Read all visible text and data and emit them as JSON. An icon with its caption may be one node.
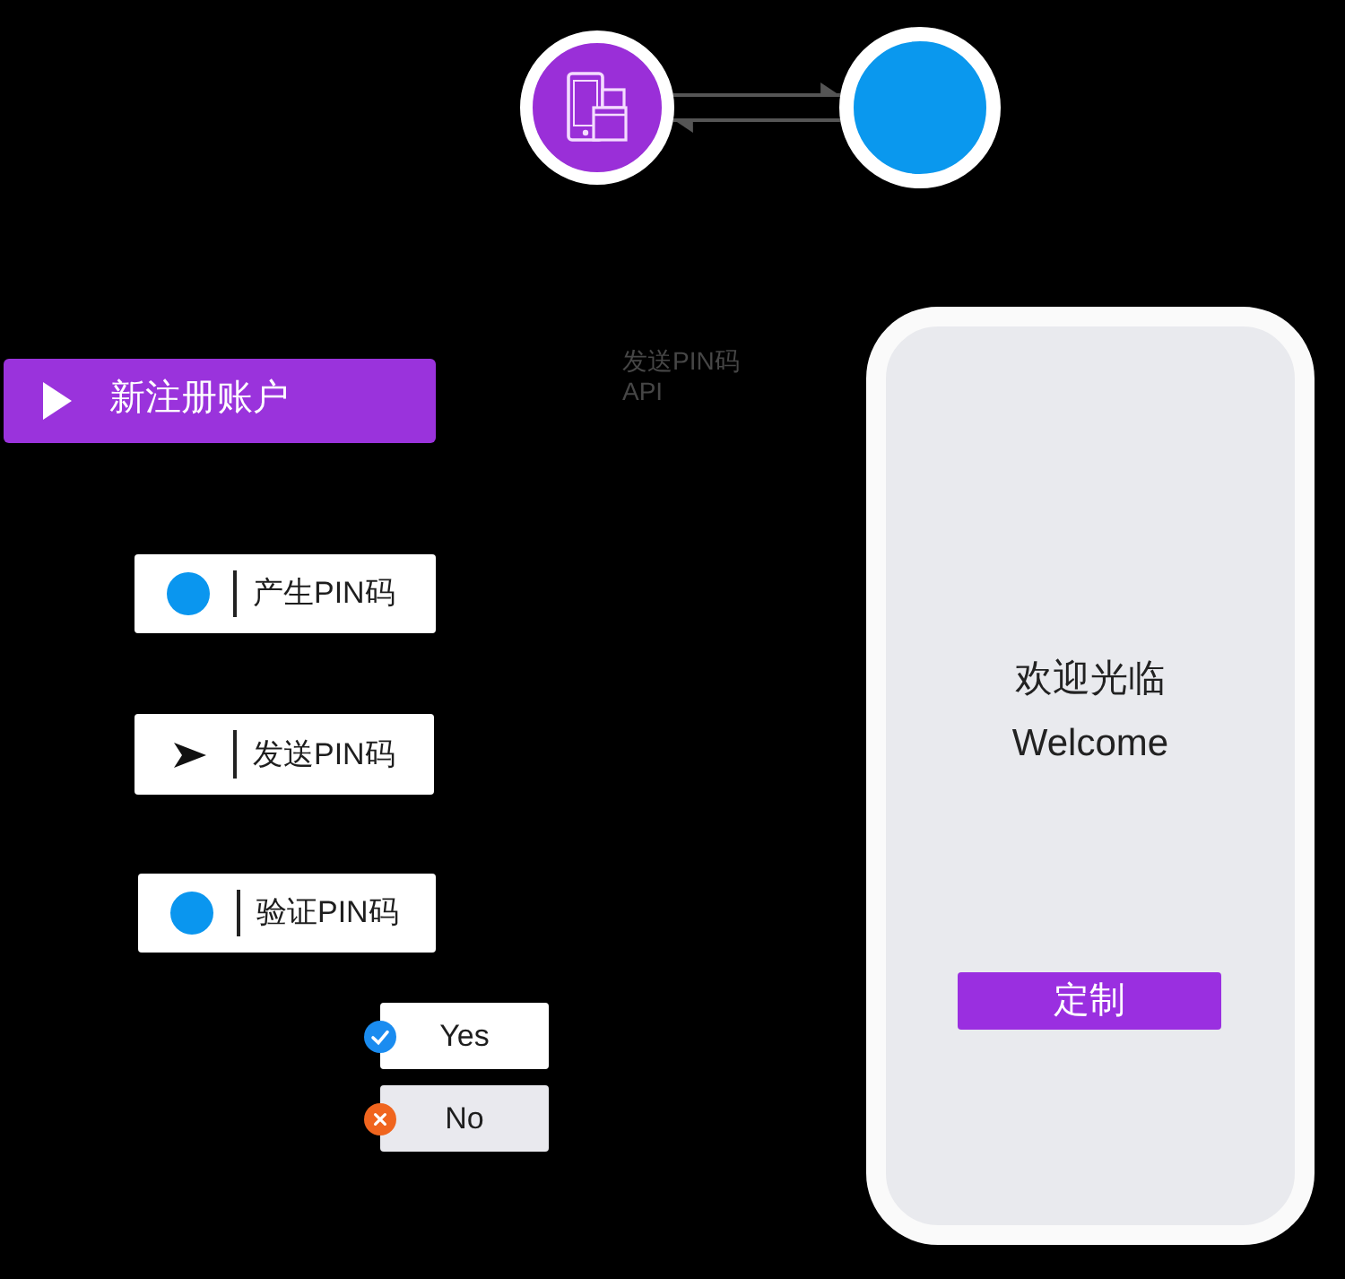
{
  "diagram": {
    "nodes": [
      {
        "text": [],
        "shape": "circle"
      },
      {
        "text": [],
        "shape": "circle"
      },
      {
        "text": [
          "新注册账户"
        ]
      },
      {
        "text": [
          "产生PIN码"
        ]
      },
      {
        "text": [
          "发送PIN码"
        ]
      },
      {
        "text": [
          "验证PIN码"
        ]
      },
      {
        "text": [
          "Yes"
        ]
      },
      {
        "text": [
          "No"
        ]
      },
      {
        "text": [
          "欢迎光临",
          "Welcome"
        ]
      },
      {
        "text": [
          "定制"
        ],
        "in": 8
      }
    ],
    "edges": [
      {
        "from": 0,
        "to": 1,
        "arrow": "to"
      },
      {
        "from": 1,
        "to": 0,
        "arrow": "to"
      }
    ],
    "labels": [
      "发送PIN码 API"
    ]
  }
}
